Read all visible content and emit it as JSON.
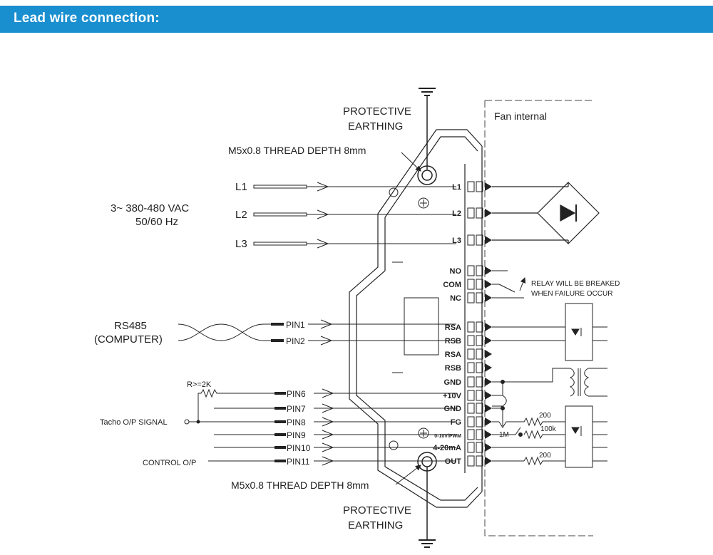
{
  "header": {
    "title": "Lead wire connection:"
  },
  "fan_internal": "Fan internal",
  "earthing": {
    "top_line1": "PROTECTIVE",
    "top_line2": "EARTHING",
    "bottom_line1": "PROTECTIVE",
    "bottom_line2": "EARTHING"
  },
  "thread": {
    "top": "M5x0.8 THREAD DEPTH 8mm",
    "bottom": "M5x0.8 THREAD DEPTH 8mm"
  },
  "power": {
    "voltage": "3~ 380-480 VAC",
    "frequency": "50/60 Hz",
    "lines": [
      "L1",
      "L2",
      "L3"
    ]
  },
  "rs485": {
    "label": "RS485",
    "sublabel": "(COMPUTER)",
    "pins": [
      "PIN1",
      "PIN2"
    ]
  },
  "control_pins": [
    "PIN6",
    "PIN7",
    "PIN8",
    "PIN9",
    "PIN10",
    "PIN11"
  ],
  "resistor_label": "R>=2K",
  "tacho_label": "Tacho O/P SIGNAL",
  "control_op_label": "CONTROL O/P",
  "terminals": [
    "L1",
    "L2",
    "L3",
    "NO",
    "COM",
    "NC",
    "RSA",
    "RSB",
    "RSA",
    "RSB",
    "GND",
    "+10V",
    "GND",
    "FG",
    "0-10V/PWM",
    "4-20mA",
    "OUT"
  ],
  "relay_note": {
    "line1": "RELAY WILL BE BREAKED",
    "line2": "WHEN FAILURE OCCUR"
  },
  "internal_values": {
    "r1": "200",
    "r2": "1M",
    "r3": "100k",
    "r4": "200"
  }
}
